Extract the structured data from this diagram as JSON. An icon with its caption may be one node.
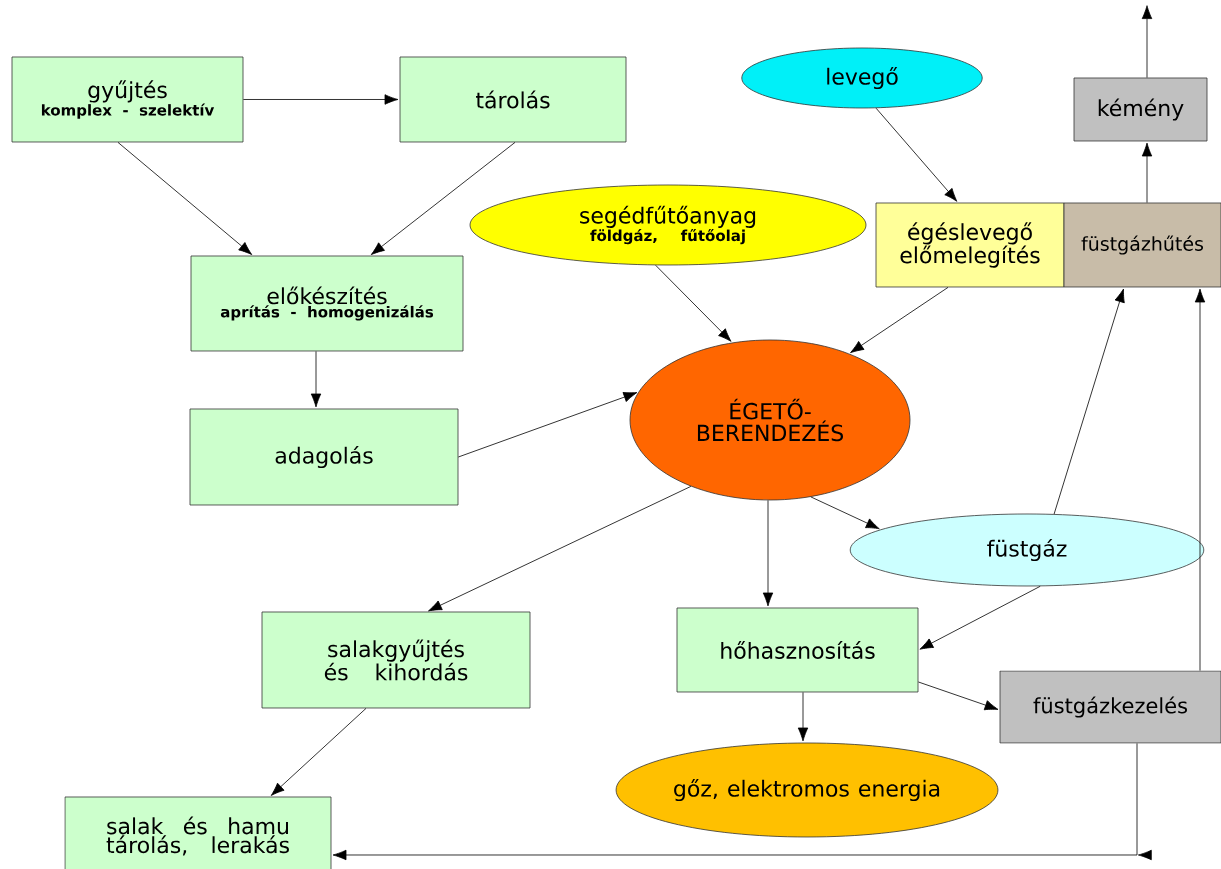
{
  "diagram": {
    "nodes": [
      {
        "text": [
          "gyűjtés",
          "komplex - szelektív"
        ]
      },
      {
        "text": [
          "tárolás"
        ]
      },
      {
        "text": [
          "előkészítés",
          "aprítás - homogenizálás"
        ]
      },
      {
        "text": [
          "adagolás"
        ]
      },
      {
        "text": [
          "segédfűtőanyag",
          "földgáz, fűtőolaj"
        ]
      },
      {
        "text": [
          "levegő"
        ]
      },
      {
        "text": [
          "égéslevegő előmelegítés"
        ]
      },
      {
        "text": [
          "füstgázhűtés"
        ]
      },
      {
        "text": [
          "kémény"
        ]
      },
      {
        "text": [
          "ÉGETŐ- BERENDEZÉS"
        ]
      },
      {
        "text": [
          "füstgáz"
        ]
      },
      {
        "text": [
          "salakgyűjtés és kihordás"
        ]
      },
      {
        "text": [
          "hőhasznosítás"
        ]
      },
      {
        "text": [
          "füstgázkezelés"
        ]
      },
      {
        "text": [
          "gőz, elektromos energia"
        ]
      },
      {
        "text": [
          "salak és hamu tárolás, lerakás"
        ]
      }
    ],
    "edges": [
      {
        "from": 0,
        "to": 1,
        "arrow": "to"
      },
      {
        "from": 0,
        "to": 2,
        "arrow": "to"
      },
      {
        "from": 1,
        "to": 2,
        "arrow": "to"
      },
      {
        "from": 2,
        "to": 3,
        "arrow": "to"
      },
      {
        "from": 3,
        "to": 9,
        "arrow": "to"
      },
      {
        "from": 4,
        "to": 9,
        "arrow": "to"
      },
      {
        "from": 5,
        "to": 6,
        "arrow": "to"
      },
      {
        "from": 6,
        "to": 9,
        "arrow": "to"
      },
      {
        "from": 9,
        "to": 11,
        "arrow": "to"
      },
      {
        "from": 9,
        "to": 12,
        "arrow": "to"
      },
      {
        "from": 9,
        "to": 10,
        "arrow": "to"
      },
      {
        "from": 10,
        "to": 7,
        "arrow": "to"
      },
      {
        "from": 10,
        "to": 12,
        "arrow": "to"
      },
      {
        "from": 12,
        "to": 14,
        "arrow": "to"
      },
      {
        "from": 12,
        "to": 13,
        "arrow": "to"
      },
      {
        "from": 13,
        "to": 7,
        "arrow": "to"
      },
      {
        "from": 7,
        "to": 8,
        "arrow": "to"
      },
      {
        "from": 8,
        "to": null,
        "arrow": "to"
      },
      {
        "from": 11,
        "to": 15,
        "arrow": "to"
      },
      {
        "from": 13,
        "to": 15,
        "arrow": "to"
      }
    ]
  }
}
